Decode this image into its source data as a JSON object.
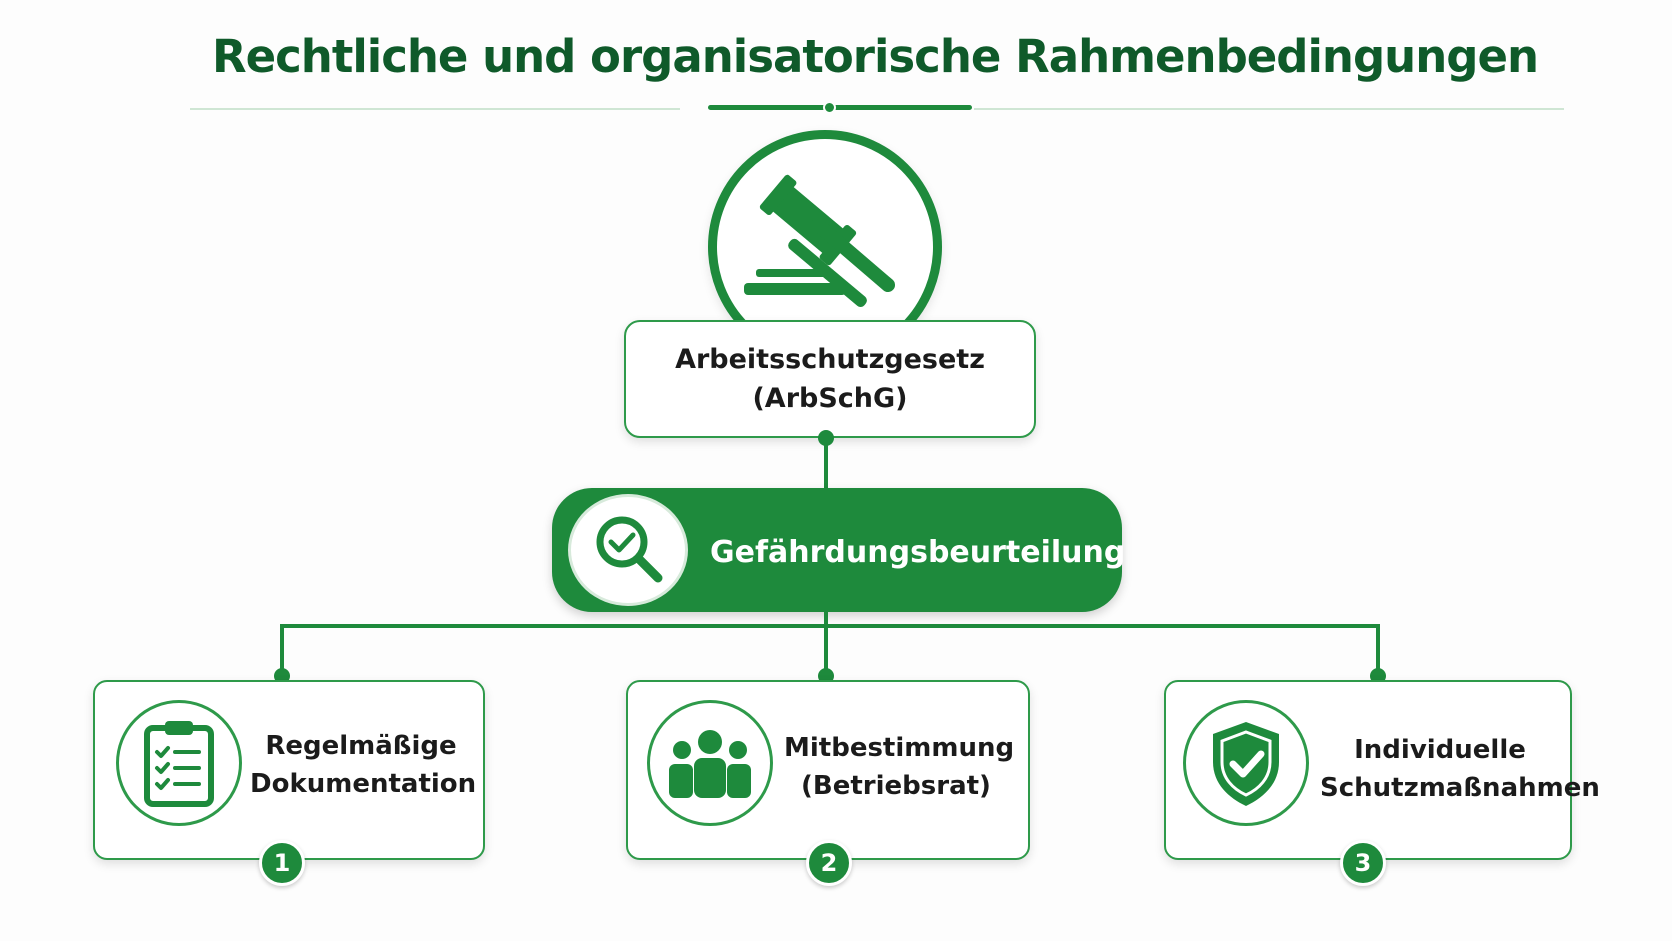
{
  "title": "Rechtliche und organisatorische Rahmenbedingungen",
  "colors": {
    "primary": "#1e8a3c",
    "title": "#0f5a2a",
    "border": "#2e9a4a"
  },
  "top": {
    "icon": "gavel-icon",
    "line1": "Arbeitsschutzgesetz",
    "line2": "(ArbSchG)"
  },
  "center": {
    "icon": "search-check-icon",
    "label": "Gefährdungsbeurteilung"
  },
  "cards": [
    {
      "number": "1",
      "icon": "clipboard-checklist-icon",
      "line1": "Regelmäßige",
      "line2": "Dokumentation"
    },
    {
      "number": "2",
      "icon": "people-group-icon",
      "line1": "Mitbestimmung",
      "line2": "(Betriebsrat)"
    },
    {
      "number": "3",
      "icon": "shield-check-icon",
      "line1": "Individuelle",
      "line2": "Schutzmaßnahmen"
    }
  ]
}
